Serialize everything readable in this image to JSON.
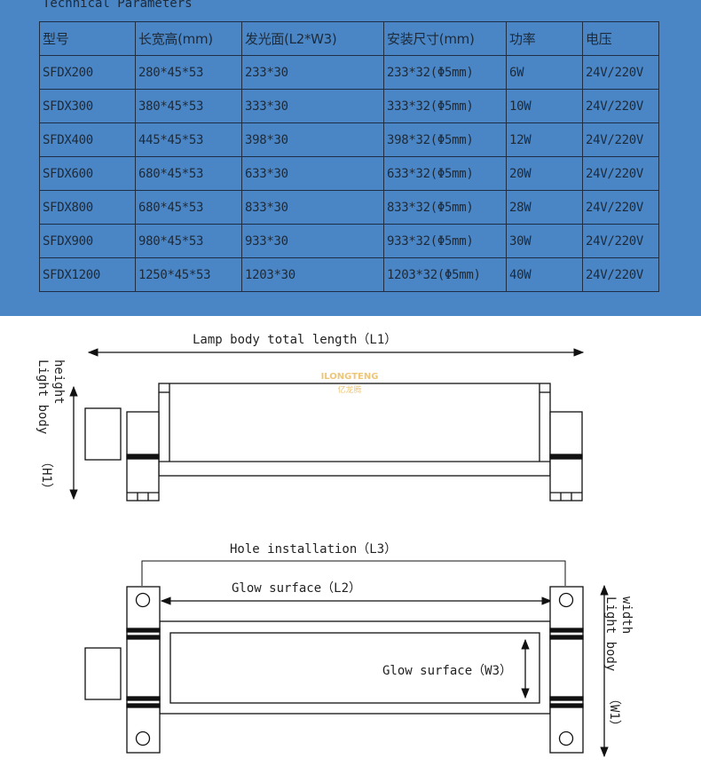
{
  "panel": {
    "title": "Technical Parameters",
    "bg_color": "#4a86c6"
  },
  "table": {
    "headers": [
      "型号",
      "长宽高(mm)",
      "发光面(L2*W3)",
      "安装尺寸(mm)",
      "功率",
      "电压"
    ],
    "rows": [
      [
        "SFDX200",
        "280*45*53",
        "233*30",
        "233*32(Φ5mm)",
        "6W",
        "24V/220V"
      ],
      [
        "SFDX300",
        "380*45*53",
        "333*30",
        "333*32(Φ5mm)",
        "10W",
        "24V/220V"
      ],
      [
        "SFDX400",
        "445*45*53",
        "398*30",
        "398*32(Φ5mm)",
        "12W",
        "24V/220V"
      ],
      [
        "SFDX600",
        "680*45*53",
        "633*30",
        "633*32(Φ5mm)",
        "20W",
        "24V/220V"
      ],
      [
        "SFDX800",
        "680*45*53",
        "833*30",
        "833*32(Φ5mm)",
        "28W",
        "24V/220V"
      ],
      [
        "SFDX900",
        "980*45*53",
        "933*30",
        "933*32(Φ5mm)",
        "30W",
        "24V/220V"
      ],
      [
        "SFDX1200",
        "1250*45*53",
        "1203*30",
        "1203*32(Φ5mm)",
        "40W",
        "24V/220V"
      ]
    ]
  },
  "side_view": {
    "length_label": "Lamp body total length（L1）",
    "height_label_1": "height",
    "height_label_2": "Light body",
    "height_label_3": "（H1）"
  },
  "watermark": {
    "brand": "ILONGTENG",
    "brand_cn": "亿龙腾"
  },
  "top_view": {
    "hole_label": "Hole installation（L3）",
    "glow_length_label": "Glow surface（L2）",
    "glow_width_label": "Glow surface（W3）",
    "width_label_1": "width",
    "width_label_2": "Light body",
    "width_label_3": "（W1）"
  }
}
